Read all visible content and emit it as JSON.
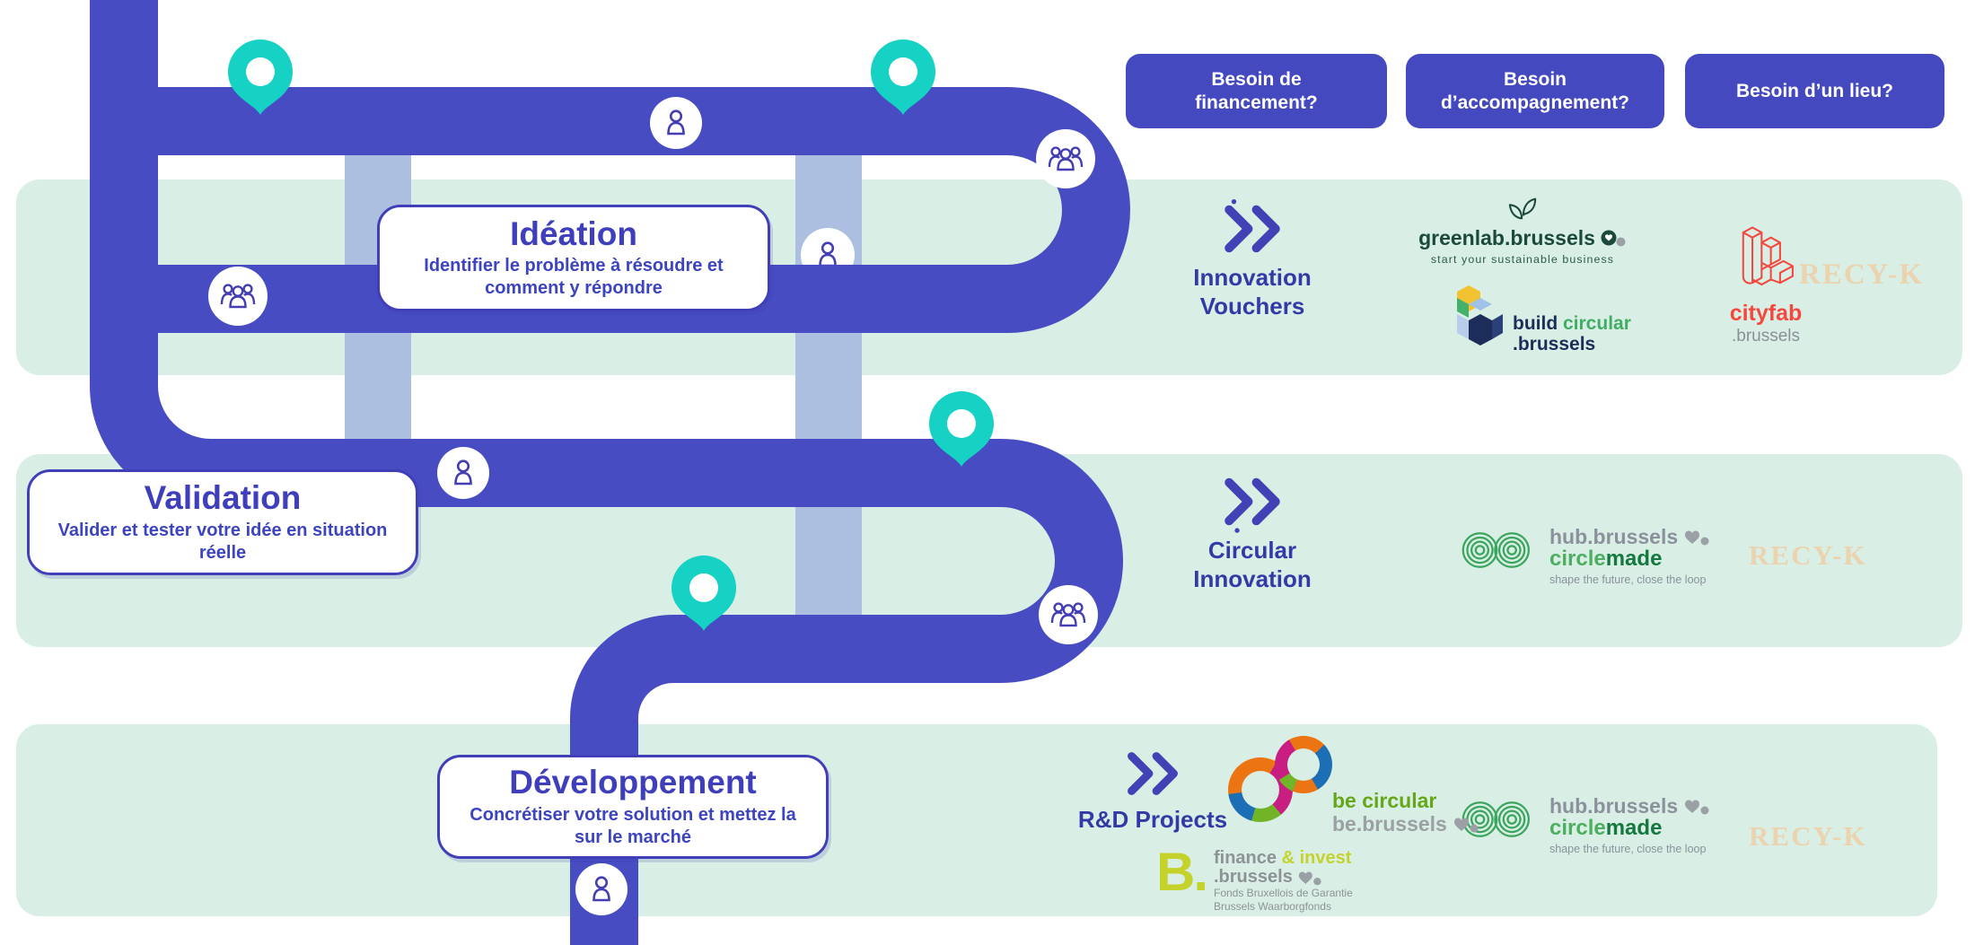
{
  "colors": {
    "road": "#474cc3",
    "connector": "#adbfe0",
    "band": "#d9efe5",
    "pin": "#15d2c4",
    "indigo-dark": "#313aa6",
    "button-bg": "#4549c0",
    "button-text": "#ffffff",
    "box-border": "#413fb8",
    "stage-title": "#3f3fbc",
    "stage-desc": "#3c44c0",
    "greenlab-green": "#1b4a3c",
    "hub-gray": "#8b919c",
    "circle-green": "#4cae5e",
    "made-green": "#15793f",
    "be-green": "#64a819",
    "lime": "#c5d22b",
    "gray-text": "#8d9297",
    "cityfab-red": "#f4483e",
    "navy": "#1d2d5a",
    "build-green": "#3fae63",
    "recyk-beige": "#ead3ae"
  },
  "header_buttons": [
    {
      "label": "Besoin de financement?"
    },
    {
      "label": "Besoin d’accompagnement?"
    },
    {
      "label": "Besoin d’un lieu?"
    }
  ],
  "stages": [
    {
      "title": "Idéation",
      "description": "Identifier le problème à résoudre et comment y répondre"
    },
    {
      "title": "Validation",
      "description": "Valider et tester votre idée en situation réelle"
    },
    {
      "title": "Développement",
      "description": "Concrétiser votre solution et mettez la sur le marché"
    }
  ],
  "programs": [
    {
      "label": "Innovation Vouchers"
    },
    {
      "label": "Circular Innovation"
    },
    {
      "label": "R&D Projects"
    }
  ],
  "logos": {
    "greenlab": {
      "part1": "green",
      "part2": "lab",
      "suffix": ".brussels",
      "tagline": "start your sustainable business"
    },
    "build_circular": {
      "word1": "build ",
      "word2": "circular",
      "suffix": ".brussels"
    },
    "cityfab": {
      "name": "cityfab",
      "suffix": ".brussels"
    },
    "recyk": {
      "name": "RECY-K"
    },
    "hub_circlemade": {
      "name": "hub.brussels",
      "brand_a": "circle",
      "brand_b": "made",
      "tagline": "shape the future, close the loop"
    },
    "be_circular": {
      "line1": "be circular",
      "line2": "be.brussels"
    },
    "finance_invest": {
      "initial": "B.",
      "word1": "finance ",
      "word2": "& invest",
      "suffix": ".brussels",
      "tagline1": "Fonds Bruxellois de Garantie",
      "tagline2": "Brussels Waarborgfonds"
    }
  }
}
